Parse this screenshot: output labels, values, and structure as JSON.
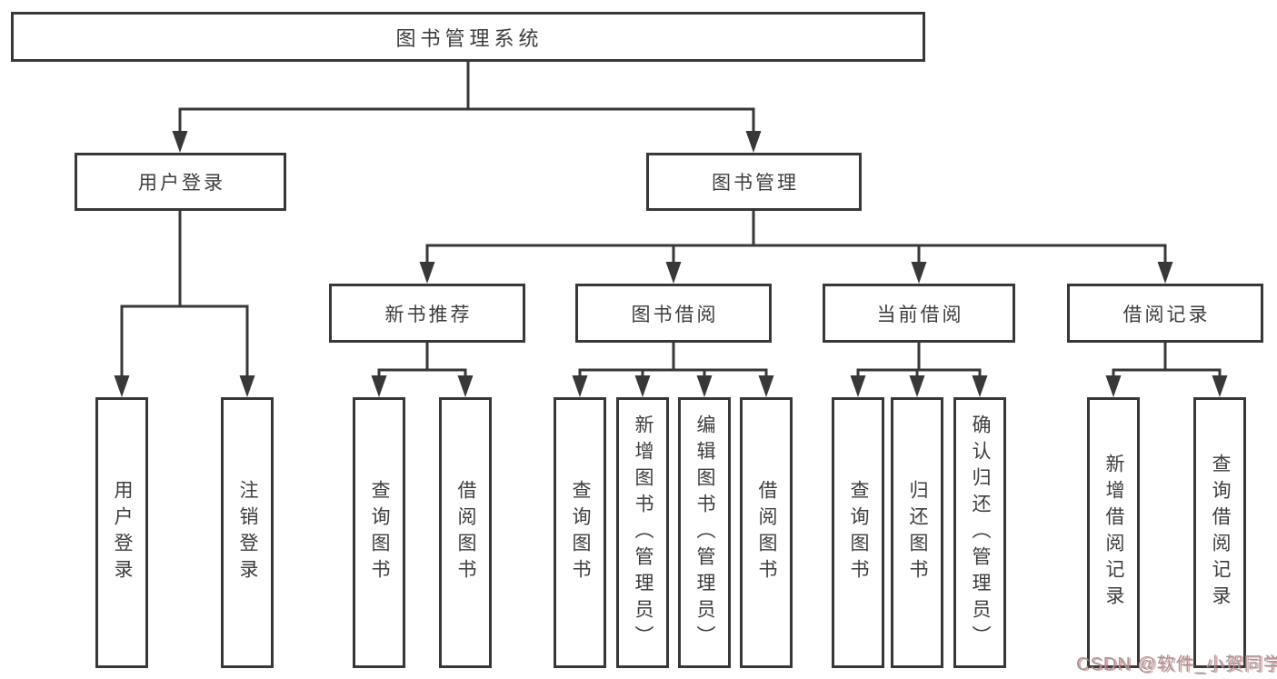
{
  "diagram": {
    "type": "tree",
    "nodes": {
      "system": {
        "label": "图书管理系统"
      },
      "user_login": {
        "label": "用户登录"
      },
      "book_mgmt": {
        "label": "图书管理"
      },
      "ul_login": {
        "label": "用户登录"
      },
      "ul_logout": {
        "label": "注销登录"
      },
      "new_rec": {
        "label": "新书推荐"
      },
      "borrow": {
        "label": "图书借阅"
      },
      "current": {
        "label": "当前借阅"
      },
      "record": {
        "label": "借阅记录"
      },
      "nr_query": {
        "label": "查询图书"
      },
      "nr_borrow": {
        "label": "借阅图书"
      },
      "bw_query": {
        "label": "查询图书"
      },
      "bw_add": {
        "label": "新增图书（管理员）"
      },
      "bw_edit": {
        "label": "编辑图书（管理员）"
      },
      "bw_borrow": {
        "label": "借阅图书"
      },
      "cu_query": {
        "label": "查询图书"
      },
      "cu_return": {
        "label": "归还图书"
      },
      "cu_confirm": {
        "label": "确认归还（管理员）"
      },
      "rc_add": {
        "label": "新增借阅记录"
      },
      "rc_query": {
        "label": "查询借阅记录"
      }
    },
    "hierarchy": {
      "图书管理系统": {
        "用户登录": [
          "用户登录",
          "注销登录"
        ],
        "图书管理": {
          "新书推荐": [
            "查询图书",
            "借阅图书"
          ],
          "图书借阅": [
            "查询图书",
            "新增图书（管理员）",
            "编辑图书（管理员）",
            "借阅图书"
          ],
          "当前借阅": [
            "查询图书",
            "归还图书",
            "确认归还（管理员）"
          ],
          "借阅记录": [
            "新增借阅记录",
            "查询借阅记录"
          ]
        }
      }
    }
  },
  "watermark": {
    "text": "CSDN @软件_小贺同学"
  },
  "colors": {
    "line": "#383838",
    "box_border": "#383838",
    "text": "#3d3d3d",
    "background": "#ffffff",
    "watermark": "#9c9c9c",
    "watermark_accent": "#db5656"
  }
}
